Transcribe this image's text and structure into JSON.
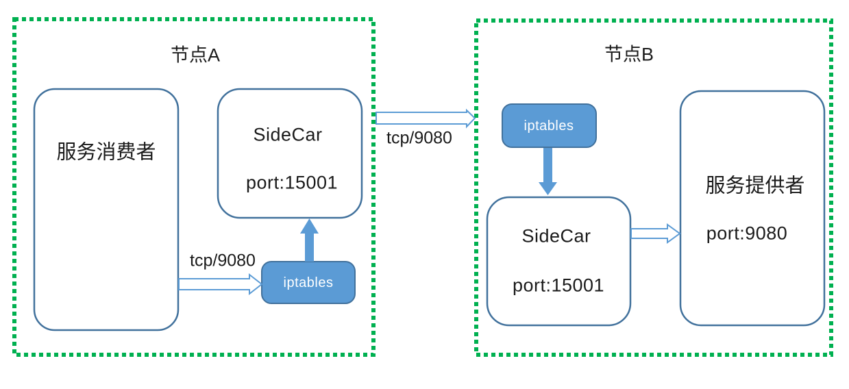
{
  "diagram": {
    "node_a": {
      "title": "节点A",
      "consumer": {
        "label": "服务消费者"
      },
      "sidecar": {
        "name": "SideCar",
        "port": "port:15001"
      },
      "iptables": {
        "label": "iptables"
      },
      "arrow_consumer_to_iptables": {
        "label": "tcp/9080"
      }
    },
    "link_a_to_b": {
      "label": "tcp/9080"
    },
    "node_b": {
      "title": "节点B",
      "iptables": {
        "label": "iptables"
      },
      "sidecar": {
        "name": "SideCar",
        "port": "port:15001"
      },
      "provider": {
        "label": "服务提供者",
        "port": "port:9080"
      }
    },
    "colors": {
      "node_boundary_green": "#00b050",
      "box_border_blue": "#41719c",
      "accent_fill_blue": "#5b9bd5",
      "hollow_arrow_fill": "#ffffff",
      "text_black": "#1a1a1a",
      "iptables_text_white": "#ffffff"
    }
  }
}
